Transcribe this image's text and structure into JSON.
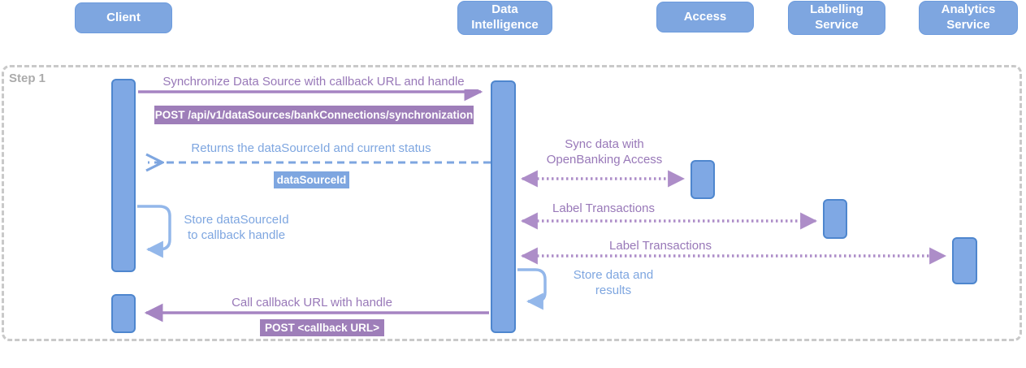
{
  "diagram": {
    "step_label": "Step 1",
    "participants": [
      {
        "label": "Client"
      },
      {
        "label": "Data Intelligence"
      },
      {
        "label": "Access"
      },
      {
        "label": "Labelling Service"
      },
      {
        "label": "Analytics Service"
      }
    ],
    "messages": {
      "sync_request": "Synchronize Data Source with callback URL and handle",
      "sync_endpoint": "POST /api/v1/dataSources/bankConnections/synchronization",
      "returns_status": "Returns the dataSourceId and current status",
      "data_source_id": "dataSourceId",
      "sync_openbanking": "Sync data with\nOpenBanking Access",
      "store_datasource": "Store dataSourceId\nto callback handle",
      "label_transactions_1": "Label Transactions",
      "label_transactions_2": "Label Transactions",
      "store_results": "Store data and\nresults",
      "callback": "Call callback URL with handle",
      "callback_endpoint": "POST <callback URL>"
    },
    "colors": {
      "participant_fill": "#7EA6E0",
      "participant_border": "#4E86CE",
      "purple_text": "#9878B8",
      "purple_arrow": "#A584C2",
      "purple_dotted": "#AD8DC8",
      "blue": "#7EA6E0",
      "loop_blue": "#93B7EA",
      "frame_gray": "#C9C9C9"
    }
  }
}
